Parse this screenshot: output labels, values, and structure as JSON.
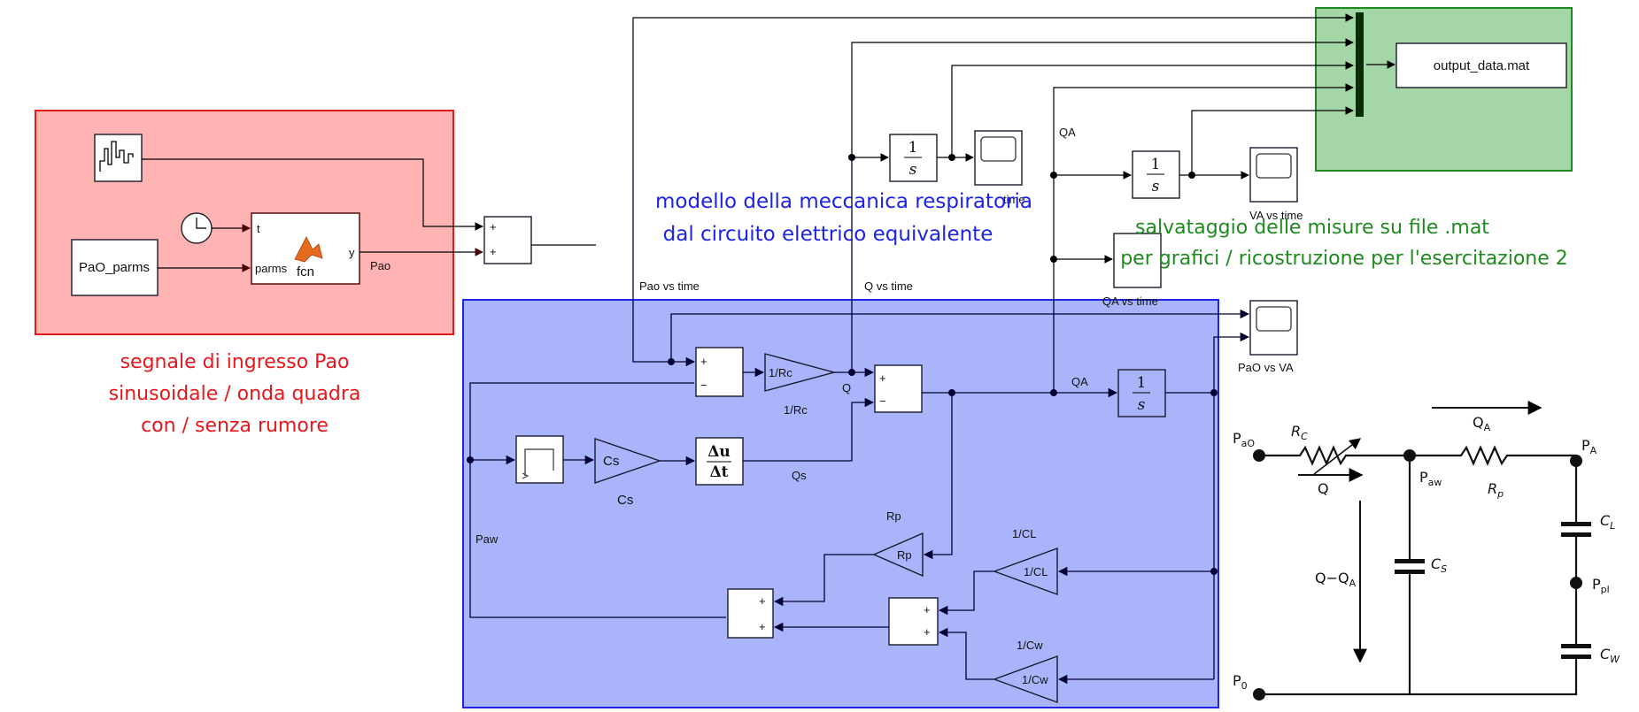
{
  "regions": {
    "input": {
      "note_line1": "segnale di ingresso Pao",
      "note_line2": "sinusoidale / onda quadra",
      "note_line3": "con / senza rumore",
      "fill": "#ffb3b3",
      "stroke": "#e8171c"
    },
    "model": {
      "note_line1": "modello della meccanica respiratoria",
      "note_line2": "dal circuito elettrico equivalente",
      "fill": "#a9b4fb",
      "stroke": "#1d24e6"
    },
    "save": {
      "note_line1": "salvataggio delle misure su file .mat",
      "note_line2": "per grafici / ricostruzione per l'esercitazione 2",
      "fill": "#a5d6a7",
      "stroke": "#1f8a1f"
    }
  },
  "blocks": {
    "pao_parms": "PaO_parms",
    "fcn_in_t": "t",
    "fcn_in_parms": "parms",
    "fcn_name": "fcn",
    "fcn_out_y": "y",
    "sum_plus": "+",
    "sum_minus": "−",
    "gain_rc": "1/Rc",
    "gain_rc_label": "1/Rc",
    "gain_cs": "Cs",
    "gain_cs_label": "Cs",
    "deriv_num": "Δu",
    "deriv_den": "Δt",
    "gain_rp": "Rp",
    "gain_rp_label": "Rp",
    "gain_cl": "1/CL",
    "gain_cl_label": "1/CL",
    "gain_cw": "1/Cw",
    "gain_cw_label": "1/Cw",
    "integrator_num": "1",
    "integrator_den": "s",
    "to_file": "output_data.mat"
  },
  "signals": {
    "pao": "Pao",
    "q": "Q",
    "qs": "Qs",
    "qa_model": "QA",
    "qa_top": "QA",
    "paw": "Paw"
  },
  "scopes": {
    "pao_time": "Pao vs time",
    "q_time": "Q vs time",
    "v_time": "time",
    "va_time": "VA vs time",
    "qa_time": "QA vs time",
    "pao_va": "PaO vs VA"
  },
  "circuit": {
    "pao": "P",
    "pao_sub": "aO",
    "rc": "R",
    "rc_sub": "C",
    "qa": "Q",
    "qa_sub": "A",
    "pa": "P",
    "pa_sub": "A",
    "q": "Q",
    "paw": "P",
    "paw_sub": "aw",
    "rp": "R",
    "rp_sub": "p",
    "cl": "C",
    "cl_sub": "L",
    "q_minus_qa": "Q−Q",
    "q_minus_qa_sub": "A",
    "cs": "C",
    "cs_sub": "S",
    "ppl": "P",
    "ppl_sub": "pl",
    "cw": "C",
    "cw_sub": "W",
    "p0": "P",
    "p0_sub": "0"
  },
  "colors": {
    "block_stroke": "#1a1a2e",
    "fcn_stroke": "#4a0000"
  }
}
